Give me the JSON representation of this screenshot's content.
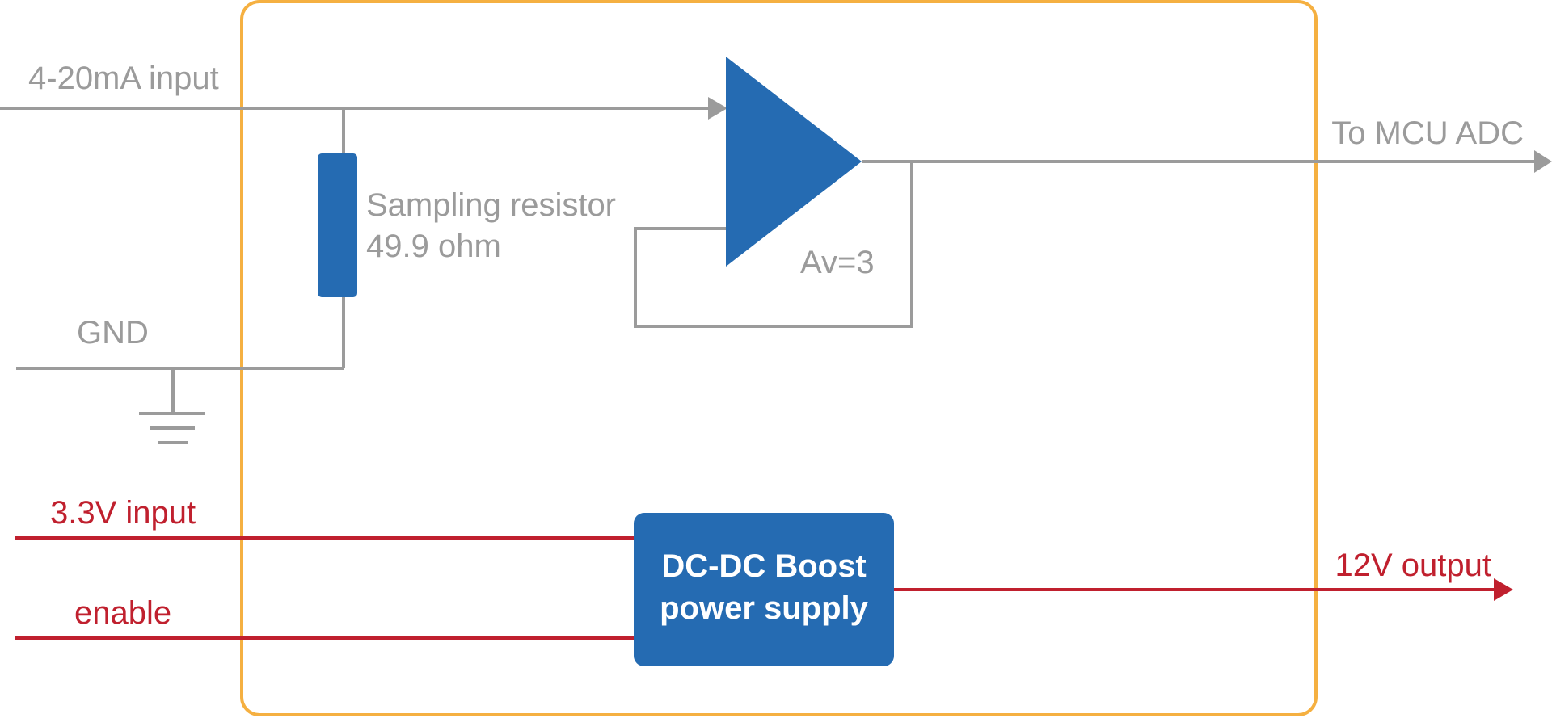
{
  "labels": {
    "input_current": "4-20mA input",
    "gnd": "GND",
    "resistor_name": "Sampling resistor",
    "resistor_value": "49.9 ohm",
    "gain": "Av=3",
    "output_adc": "To MCU ADC",
    "input_power": "3.3V input",
    "enable": "enable",
    "boost_line1": "DC-DC Boost",
    "boost_line2": "power supply",
    "output_power": "12V output"
  },
  "colors": {
    "module_border": "#f5b041",
    "component_blue": "#256bb2",
    "signal_grey": "#9b9b9b",
    "power_red": "#c0202e"
  }
}
